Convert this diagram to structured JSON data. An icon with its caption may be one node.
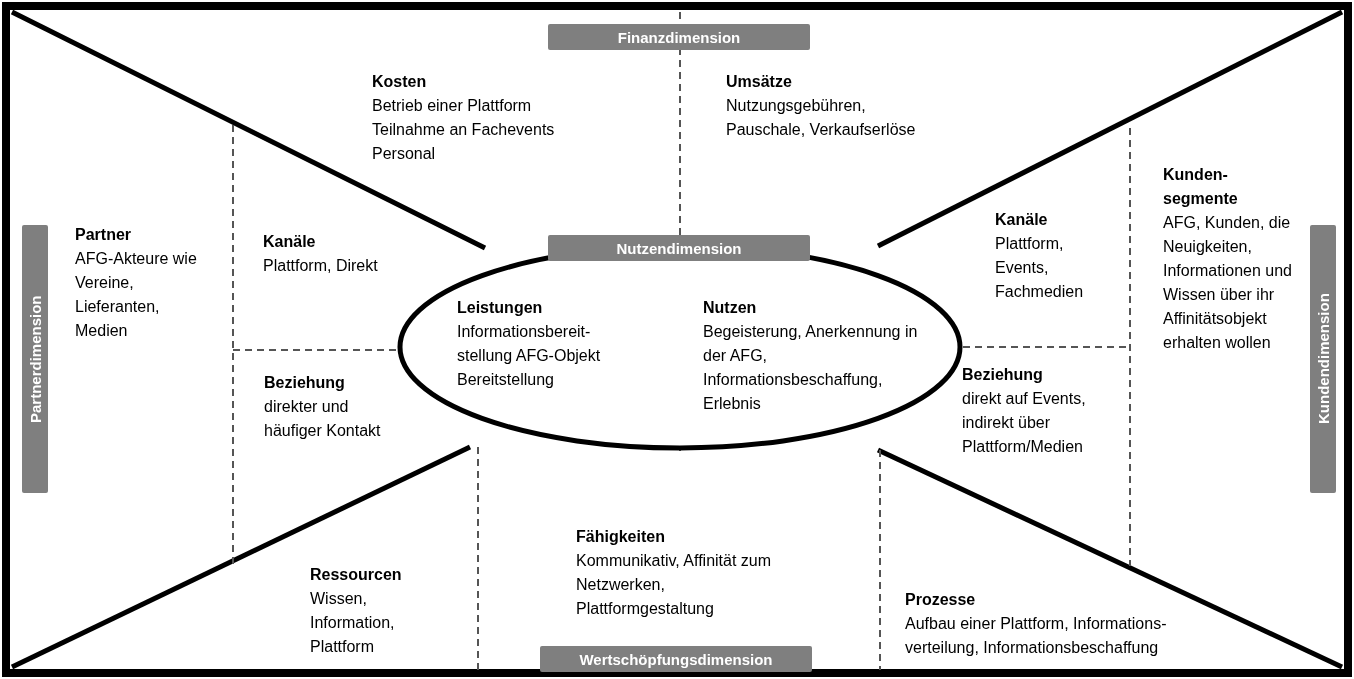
{
  "diagram": {
    "nodes": [
      {
        "text": [
          "Finanzdimension"
        ]
      },
      {
        "text": [
          "Kosten",
          "Betrieb einer Plattform Teilnahme an Fachevents Personal"
        ]
      },
      {
        "text": [
          "Umsätze",
          "Nutzungsgebühren, Pauschale, Verkaufserlöse"
        ]
      },
      {
        "text": [
          "Kunden- segmente",
          "AFG, Kunden, die Neuigkeiten, Informationen und Wissen über ihr Affinitätsobjekt erhalten wollen"
        ]
      },
      {
        "text": [
          "Partnerdimension"
        ]
      },
      {
        "text": [
          "Partner",
          "AFG-Akteure wie Vereine, Lieferanten, Medien"
        ]
      },
      {
        "text": [
          "Kanäle",
          "Plattform, Direkt"
        ]
      },
      {
        "text": [],
        "shape": "ellipse"
      },
      {
        "text": [
          "Nutzendimension"
        ]
      },
      {
        "text": [
          "Leistungen",
          "Informationsbereit- stellung AFG-Objekt Bereitstellung"
        ],
        "in": 7
      },
      {
        "text": [
          "Nutzen",
          "Begeisterung, Anerkennung in der AFG, Informationsbeschaffung, Erlebnis"
        ],
        "in": 7
      },
      {
        "text": [
          "Kanäle",
          "Plattform, Events, Fachmedien"
        ]
      },
      {
        "text": [
          "Kundendimension"
        ]
      },
      {
        "text": [
          "Beziehung",
          "direkter und häufiger Kontakt"
        ]
      },
      {
        "text": [
          "Beziehung",
          "direkt auf Events, indirekt über Plattform/Medien"
        ]
      },
      {
        "text": [
          "Fähigkeiten",
          "Kommunikativ, Affinität zum Netzwerken, Plattformgestaltung"
        ]
      },
      {
        "text": [
          "Ressourcen",
          "Wissen, Information, Plattform"
        ]
      },
      {
        "text": [
          "Prozesse",
          "Aufbau einer Plattform, Informations- verteilung, Informationsbeschaffung"
        ]
      },
      {
        "text": [
          "Wertschöpfungsdimension"
        ]
      }
    ]
  }
}
